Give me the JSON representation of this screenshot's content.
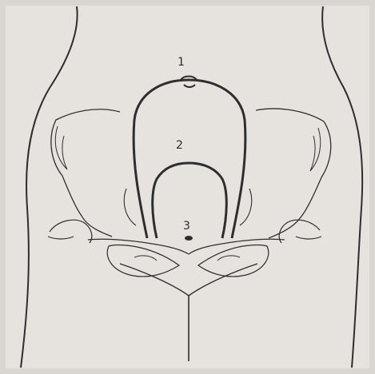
{
  "diagram": {
    "labels": [
      "1",
      "2",
      "3"
    ],
    "colors": {
      "paper": "#e6e3df",
      "ink": "#2e2e2e",
      "frame": "#d9d6d1"
    }
  }
}
